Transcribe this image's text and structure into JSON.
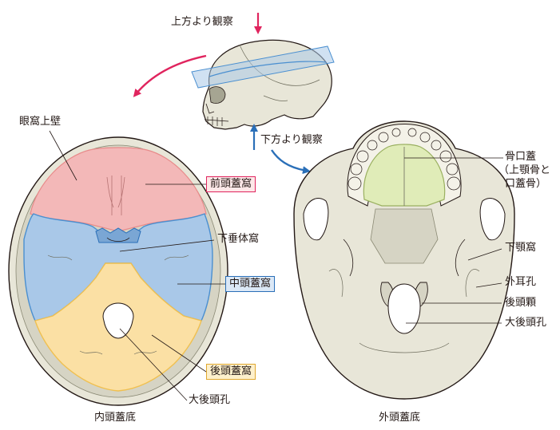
{
  "view_labels": {
    "from_above": "上方より観察",
    "from_below": "下方より観察"
  },
  "panels": {
    "internal": "内頭蓋底",
    "external": "外頭蓋底"
  },
  "internal_labels": {
    "orbital_roof": "眼窩上壁",
    "anterior_fossa": "前頭蓋窩",
    "pituitary_fossa": "下垂体窩",
    "middle_fossa": "中頭蓋窩",
    "posterior_fossa": "後頭蓋窩",
    "foramen_magnum": "大後頭孔"
  },
  "external_labels": {
    "bony_palate": [
      "骨口蓋",
      "（上顎骨と",
      "口蓋骨）"
    ],
    "mandibular_fossa": "下顎窩",
    "external_acoustic_meatus": "外耳孔",
    "occipital_condyle": "後頭顆",
    "foramen_magnum": "大後頭孔"
  },
  "colors": {
    "anterior_fossa": "#f3b8b8",
    "anterior_border": "#e88a8a",
    "middle_fossa": "#a9c8e8",
    "middle_border": "#4a8fd0",
    "posterior_fossa": "#fbe0a4",
    "posterior_border": "#f0c050",
    "bone": "#e8e6d8",
    "bone_dark": "#b8b7a4",
    "palate": "#e0ecb8",
    "arrow_red": "#e0245e",
    "arrow_blue": "#2a6fb8",
    "line": "#231815"
  }
}
